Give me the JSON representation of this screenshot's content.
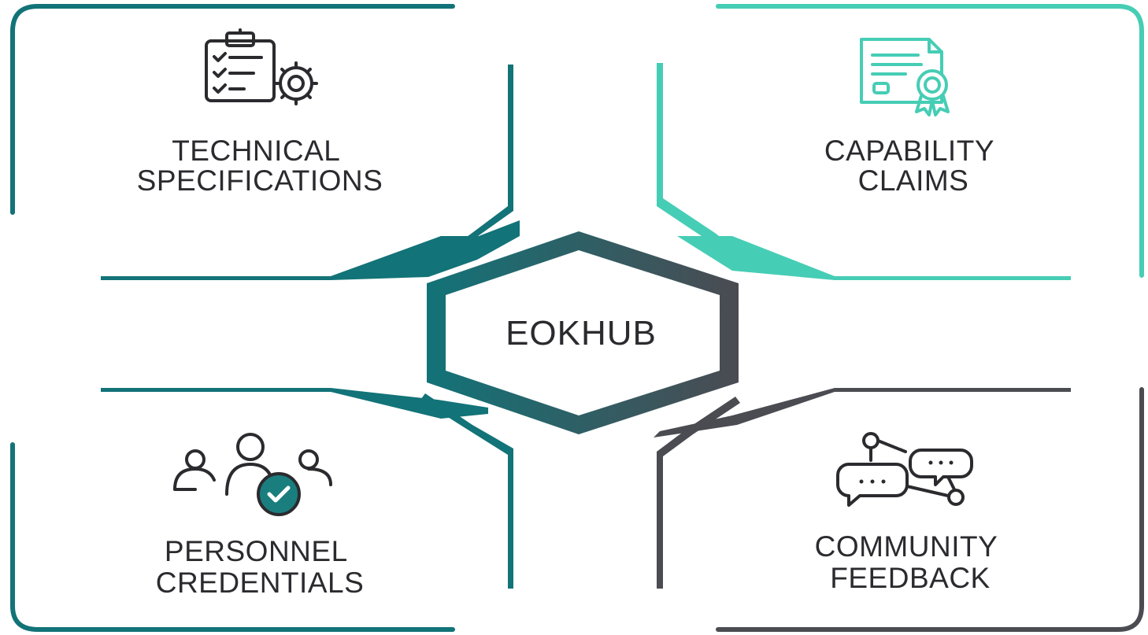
{
  "hub": {
    "label": "EOKHUB"
  },
  "quadrants": [
    {
      "id": "technical-specifications",
      "lines": [
        "TECHNICAL",
        "SPECIFICATIONS"
      ],
      "icon": "clipboard-gear-icon"
    },
    {
      "id": "capability-claims",
      "lines": [
        "CAPABILITY",
        "CLAIMS"
      ],
      "icon": "certificate-icon"
    },
    {
      "id": "personnel-credentials",
      "lines": [
        "PERSONNEL",
        "CREDENTIALS"
      ],
      "icon": "verified-team-icon"
    },
    {
      "id": "community-feedback",
      "lines": [
        "COMMUNITY",
        "FEEDBACK"
      ],
      "icon": "chat-network-icon"
    }
  ],
  "colors": {
    "teal_dark": "#127378",
    "teal_light": "#46cdb5",
    "charcoal": "#4b4b52",
    "text": "#2b2b2f",
    "check_badge": "#1a7e7e"
  }
}
